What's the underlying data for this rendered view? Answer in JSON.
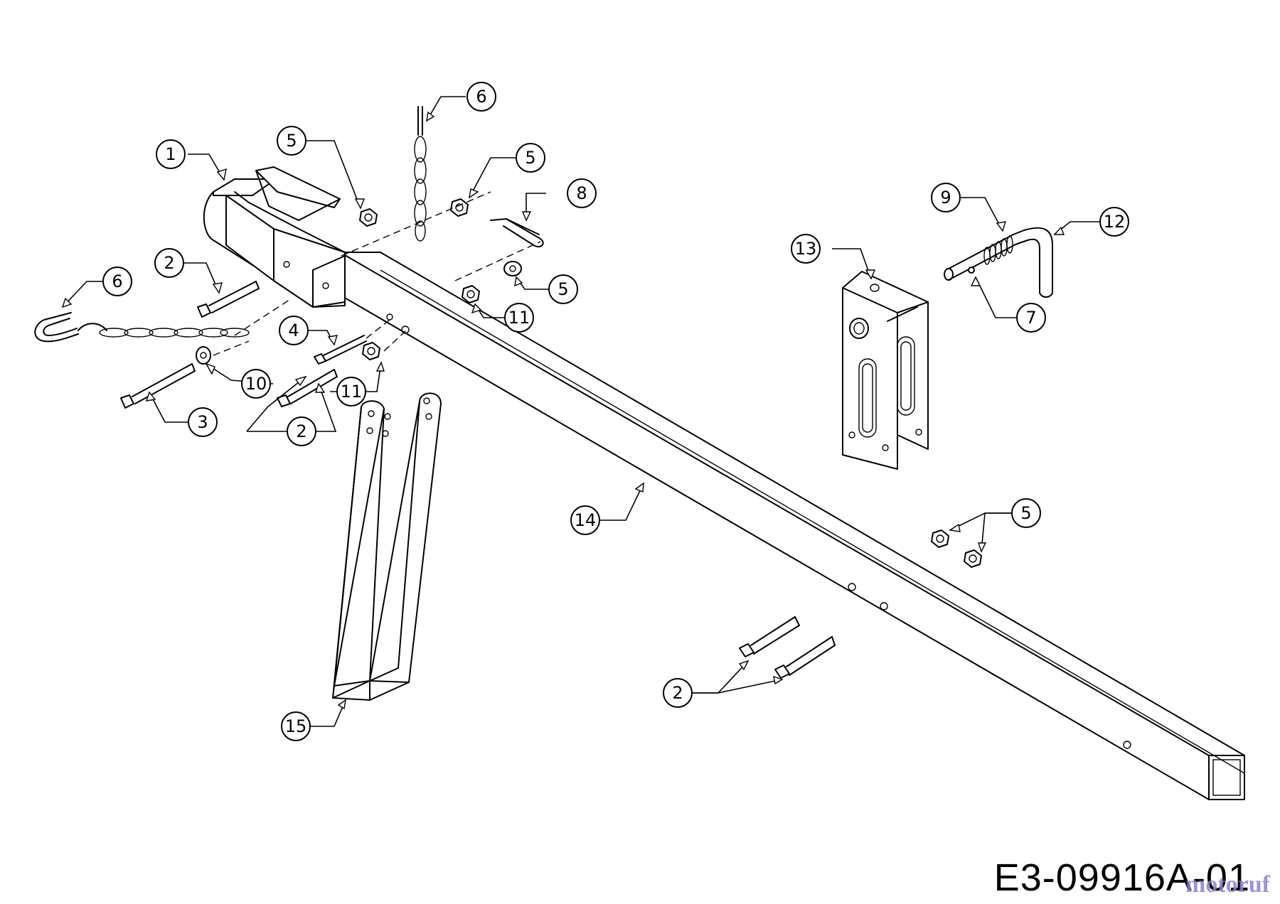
{
  "balloons": [
    {
      "label": "1"
    },
    {
      "label": "2"
    },
    {
      "label": "2"
    },
    {
      "label": "2"
    },
    {
      "label": "3"
    },
    {
      "label": "4"
    },
    {
      "label": "5"
    },
    {
      "label": "5"
    },
    {
      "label": "5"
    },
    {
      "label": "5"
    },
    {
      "label": "6"
    },
    {
      "label": "6"
    },
    {
      "label": "7"
    },
    {
      "label": "8"
    },
    {
      "label": "9"
    },
    {
      "label": "10"
    },
    {
      "label": "11"
    },
    {
      "label": "11"
    },
    {
      "label": "12"
    },
    {
      "label": "13"
    },
    {
      "label": "14"
    },
    {
      "label": "15"
    }
  ],
  "reference_code": "E3-09916A-01",
  "watermark_text": "motoruf"
}
